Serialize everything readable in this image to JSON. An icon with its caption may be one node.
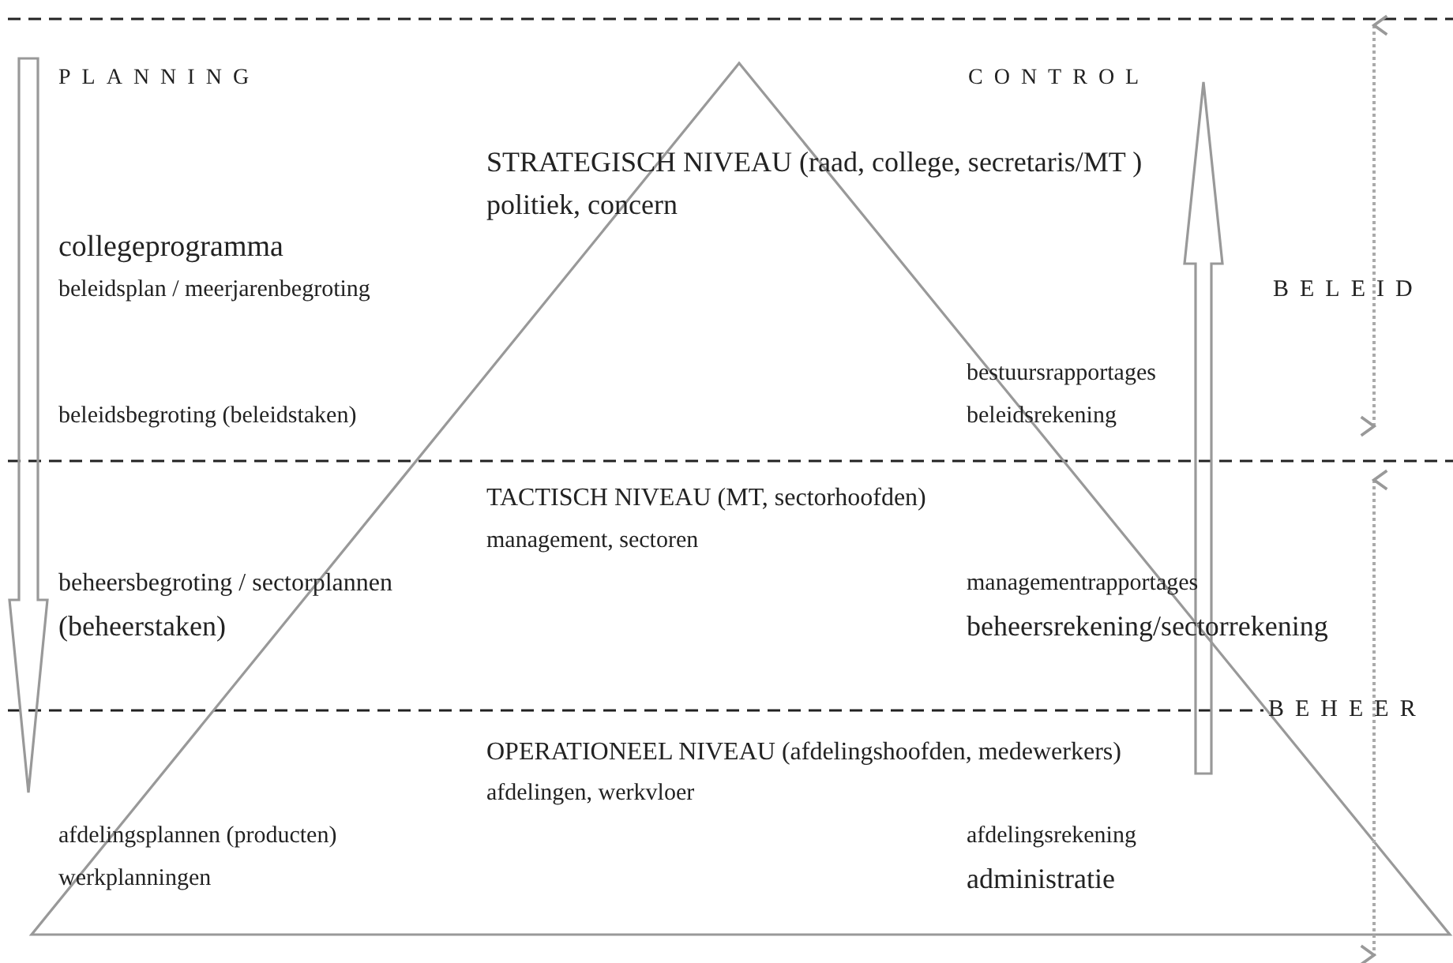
{
  "diagram": {
    "labels": [
      "PLANNING",
      "CONTROL",
      "STRATEGISCH NIVEAU (raad, college, secretaris/MT )",
      "politiek, concern",
      "collegeprogramma",
      "beleidsplan / meerjarenbegroting",
      "BELEID",
      "bestuursrapportages",
      "beleidsbegroting (beleidstaken)",
      "beleidsrekening",
      "TACTISCH NIVEAU (MT, sectorhoofden)",
      "management, sectoren",
      "beheersbegroting / sectorplannen",
      "managementrapportages",
      "(beheerstaken)",
      "beheersrekening/sectorrekening",
      "BEHEER",
      "OPERATIONEEL NIVEAU (afdelingshoofden, medewerkers)",
      "afdelingen, werkvloer",
      "afdelingsplannen (producten)",
      "afdelingsrekening",
      "werkplanningen",
      "administratie"
    ]
  }
}
